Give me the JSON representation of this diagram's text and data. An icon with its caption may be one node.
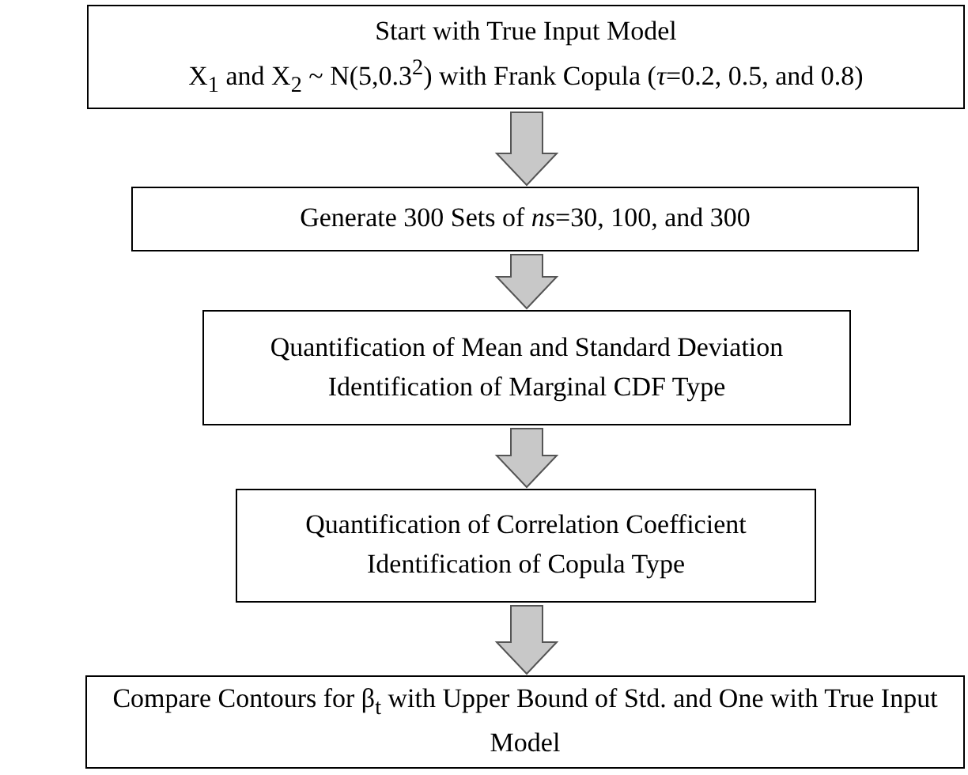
{
  "diagram": {
    "nodes": [
      {
        "text": [
          "Start with True Input Model",
          "X$_{1}$ and X$_{2}$ ~ N(5,0.3$^{2}$) with Frank Copula (*τ*=0.2, 0.5, and 0.8)"
        ]
      },
      {
        "text": [
          "Generate 300 Sets of *ns*=30, 100, and 300"
        ]
      },
      {
        "text": [
          "Quantification of Mean and Standard Deviation",
          "Identification of Marginal CDF Type"
        ]
      },
      {
        "text": [
          "Quantification of Correlation Coefficient",
          "Identification of Copula Type"
        ]
      },
      {
        "text": [
          "Compare Contours for β$_{t}$ with Upper Bound of Std. and One with True Input Model"
        ]
      }
    ],
    "edges": [
      {
        "from": 0,
        "to": 1,
        "arrow": "to"
      },
      {
        "from": 1,
        "to": 2,
        "arrow": "to"
      },
      {
        "from": 2,
        "to": 3,
        "arrow": "to"
      },
      {
        "from": 3,
        "to": 4,
        "arrow": "to"
      }
    ]
  }
}
